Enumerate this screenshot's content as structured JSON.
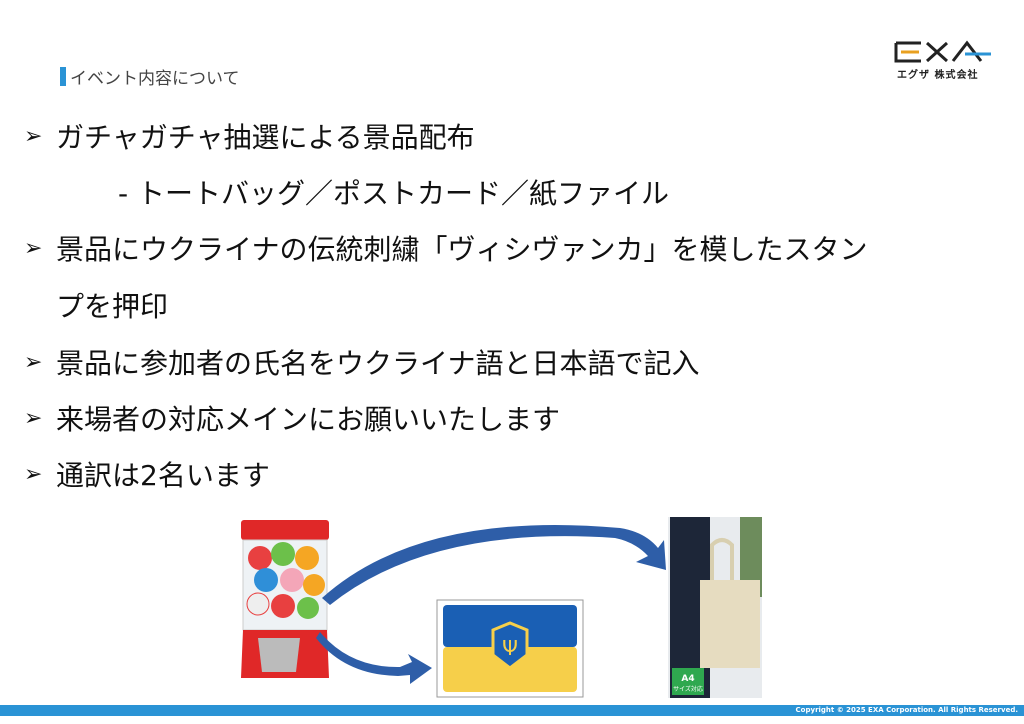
{
  "header": {
    "title": "イベント内容について"
  },
  "logo": {
    "text": "EXA",
    "subtitle": "エグザ 株式会社"
  },
  "bullets": [
    {
      "text": "ガチャガチャ抽選による景品配布"
    },
    {
      "text": "- トートバッグ／ポストカード／紙ファイル",
      "sub": true
    },
    {
      "text": "景品にウクライナの伝統刺繍「ヴィシヴァンカ」を模したスタン"
    },
    {
      "text": "プを押印",
      "cont": true
    },
    {
      "text": "景品に参加者の氏名をウクライナ語と日本語で記入"
    },
    {
      "text": "来場者の対応メインにお願いいたします"
    },
    {
      "text": "通訳は2名います"
    }
  ],
  "bullet_icon": "➢",
  "images": {
    "bag_badge_main": "A4",
    "bag_badge_sub": "サイズ対応"
  },
  "footer": {
    "copyright": "Copyright © 2025 EXA Corporation. All Rights Reserved."
  },
  "colors": {
    "accent": "#2a93d5",
    "flag_blue": "#1a5fb4",
    "flag_yellow": "#f6cf4a"
  }
}
